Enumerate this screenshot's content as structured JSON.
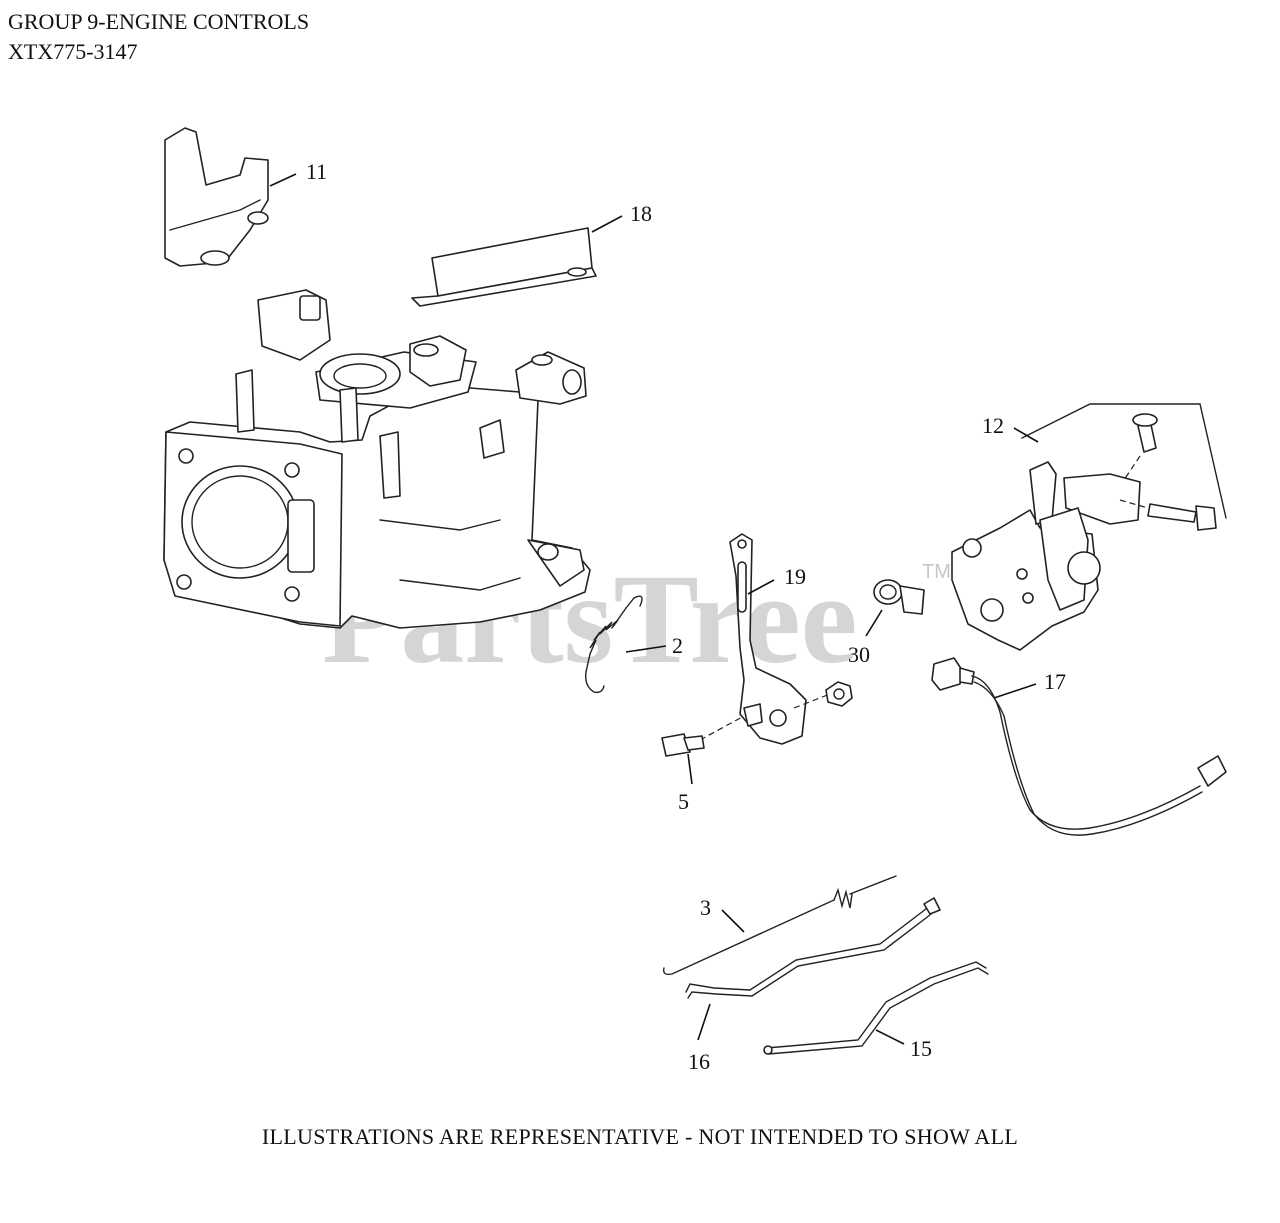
{
  "header": {
    "title": "GROUP 9-ENGINE CONTROLS",
    "model": "XTX775-3147"
  },
  "watermark": {
    "text": "PartsTree",
    "trademark": "TM"
  },
  "callouts": [
    "11",
    "18",
    "12",
    "19",
    "2",
    "30",
    "17",
    "5",
    "3",
    "16",
    "15"
  ],
  "footer": {
    "note": "ILLUSTRATIONS ARE REPRESENTATIVE - NOT INTENDED TO SHOW ALL"
  }
}
